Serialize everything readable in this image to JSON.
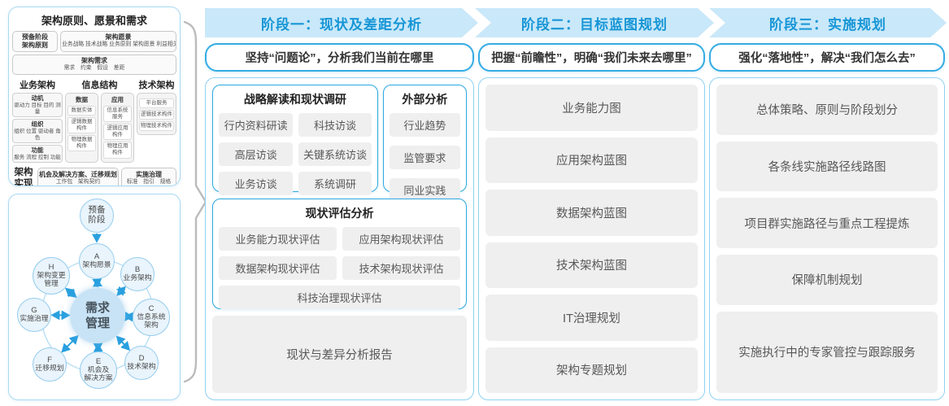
{
  "colors": {
    "accent_blue": "#1796D6",
    "banner_bg": "#C9E8F9",
    "box_border_blue": "#2FA9E1",
    "panel_border": "#A9D9F2",
    "gray_item_bg": "#EFEFEF",
    "gray_item_text": "#595757",
    "arrow_blue": "#2AA0DF"
  },
  "left_top_panel": {
    "title": "架构原则、愿景和需求",
    "prep_box": {
      "line1": "预备阶段",
      "line2": "架构原则"
    },
    "vision_box": {
      "title": "架构愿景",
      "items": "业务战略 技术战略 业务原则 架构愿景 利益相关者"
    },
    "requirement_box": {
      "title": "架构需求",
      "items": "需求　约束　假设　差距"
    },
    "business_arch": {
      "title": "业务架构",
      "groups": [
        {
          "title": "动机",
          "items": "驱动力 目标 目的 测量"
        },
        {
          "title": "组织",
          "items": "组织 位置 驱动者 角色"
        },
        {
          "title": "功能",
          "items": "服务 流程 控制 功能"
        }
      ]
    },
    "info_structure": {
      "title": "信息结构",
      "data_col": {
        "title": "数据",
        "items": [
          "数据实体",
          "逻辑数据构件",
          "物理数据构件"
        ]
      },
      "app_col": {
        "title": "应用",
        "items": [
          "信息系统服务",
          "逻辑应用构件",
          "物理应用构件"
        ]
      }
    },
    "tech_arch": {
      "title": "技术架构",
      "items": [
        "平台服务",
        "逻辑技术构件",
        "物理技术构件"
      ]
    },
    "realization": {
      "label_line1": "架构",
      "label_line2": "实现",
      "box1": {
        "title": "机会及解决方案、迁移规划",
        "items": "工作包　架构契约"
      },
      "box2": {
        "title": "实施治理",
        "items": "标准　指引　规格"
      }
    }
  },
  "adm_diagram": {
    "prep": {
      "line1": "预备",
      "line2": "阶段"
    },
    "center": {
      "line1": "需求",
      "line2": "管理"
    },
    "nodes": [
      {
        "letter": "A",
        "line1": "架构愿景",
        "line2": ""
      },
      {
        "letter": "B",
        "line1": "业务架构",
        "line2": ""
      },
      {
        "letter": "C",
        "line1": "信息系统",
        "line2": "架构"
      },
      {
        "letter": "D",
        "line1": "技术架构",
        "line2": ""
      },
      {
        "letter": "E",
        "line1": "机会及",
        "line2": "解决方案"
      },
      {
        "letter": "F",
        "line1": "迁移规划",
        "line2": ""
      },
      {
        "letter": "G",
        "line1": "实施治理",
        "line2": ""
      },
      {
        "letter": "H",
        "line1": "架构变更",
        "line2": "管理"
      }
    ]
  },
  "phases": [
    {
      "header": "阶段一：现状及差距分析",
      "subtitle": "坚持“问题论”，分析我们当前在哪里"
    },
    {
      "header": "阶段二：目标蓝图规划",
      "subtitle": "把握“前瞻性”，明确“我们未来去哪里”"
    },
    {
      "header": "阶段三：实施规划",
      "subtitle": "强化“落地性”，解决“我们怎么去”"
    }
  ],
  "phase1": {
    "strategy_box": {
      "title": "战略解读和现状调研",
      "items": [
        "行内资料研读",
        "科技访谈",
        "高层访谈",
        "关键系统访谈",
        "业务访谈",
        "系统调研"
      ]
    },
    "external_box": {
      "title": "外部分析",
      "items": [
        "行业趋势",
        "监管要求",
        "同业实践"
      ]
    },
    "assessment_box": {
      "title": "现状评估分析",
      "items": [
        "业务能力现状评估",
        "应用架构现状评估",
        "数据架构现状评估",
        "技术架构现状评估",
        "科技治理现状评估"
      ]
    },
    "report_box": "现状与差异分析报告"
  },
  "phase2": {
    "items": [
      "业务能力图",
      "应用架构蓝图",
      "数据架构蓝图",
      "技术架构蓝图",
      "IT治理规划",
      "架构专题规划"
    ]
  },
  "phase3": {
    "items": [
      "总体策略、原则与阶段划分",
      "各条线实施路径线路图",
      "项目群实施路径与重点工程提炼",
      "保障机制规划",
      "实施执行中的专家管控与跟踪服务"
    ]
  }
}
